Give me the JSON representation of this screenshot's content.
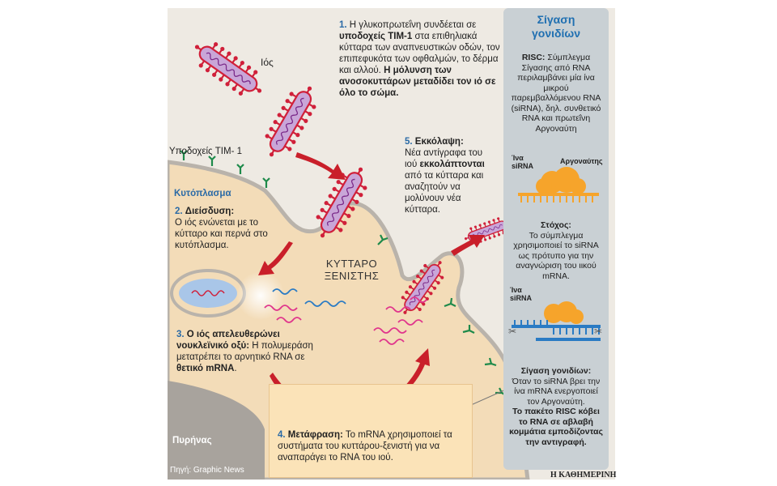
{
  "virus_label": "Ιός",
  "receptors_label": "Υποδοχείς TIM- 1",
  "cytoplasm_label": "Κυτόπλασμα",
  "host_cell_label_line1": "ΚΥΤΤΑΡΟ",
  "host_cell_label_line2": "ΞΕΝΙΣΤΗΣ",
  "nucleus_label": "Πυρήνας",
  "source_label": "Πηγή: Graphic News",
  "brand_label": "Η ΚΑΘΗΜΕΡΙΝΗ",
  "step1": {
    "num": "1.",
    "t1": "Η γλυκοπρωτεΐνη συνδέεται σε ",
    "b1": "υποδοχείς TIM-1",
    "t2": " στα επιθηλιακά κύτταρα των αναπνευστικών οδών, τον επιπεφυκότα των οφθαλμών, το δέρμα και αλλού. ",
    "b2": "Η μόλυνση των ανοσοκυττάρων μεταδίδει τον ιό σε όλο το σώμα."
  },
  "step2": {
    "num": "2.",
    "title": "Διείσδυση:",
    "text": "Ο ιός ενώνεται με το κύτταρο και περνά στο κυτόπλασμα."
  },
  "step3": {
    "num": "3.",
    "title": "Ο ιός απελευθερώνει νουκλεϊνικό οξύ:",
    "text": " Η πολυμεράση μετατρέπει το αρνητικό RNA σε ",
    "b": "θετικό mRNA",
    "end": "."
  },
  "step4": {
    "num": "4.",
    "title": "Μετάφραση:",
    "text": " Το mRNA χρησιμοποιεί τα συστήματα του κυττάρου-ξενιστή για να αναπαράγει το RNA του ιού."
  },
  "step5": {
    "num": "5.",
    "title": "Εκκόλαψη:",
    "t1": "Νέα αντίγραφα του ιού ",
    "b": "εκκολάπτονται",
    "t2": " από τα κύτταρα και αναζητούν να μολύνουν νέα κύτταρα."
  },
  "panel": {
    "title_line1": "Σίγαση",
    "title_line2": "γονιδίων",
    "risc_b": "RISC:",
    "risc_text": " Σύμπλεγμα Σίγασης από RNA περιλαμβάνει μία ίνα μικρού παρεμβαλλόμενου RNA (siRNA), δηλ. συνθετικό RNA και πρωτεΐνη Αργοναύτη",
    "fiber_label_1": "Ίνα",
    "sirna_label_1": "siRNA",
    "argonaute_label": "Αργοναύτης",
    "goal_b": "Στόχος:",
    "goal_text": "Το σύμπλεγμα χρησιμοποιεί το siRNA ως πρότυπο για την αναγνώριση του ιικού mRNA.",
    "fiber_label_2": "Ίνα",
    "sirna_label_2": "siRNA",
    "silencing_b": "Σίγαση γονιδίων:",
    "silencing_text": "Όταν το siRNA βρει την ίνα mRNA ενεργοποιεί τον Αργοναύτη.",
    "silencing_b2": "Το πακέτο RISC κόβει το RNA σε αβλαβή κομμάτια εμποδίζοντας την αντιγραφή."
  },
  "colors": {
    "background": "#eeeae3",
    "cell": "#f3dcb8",
    "membrane": "#b9b3ab",
    "virus_body": "#c9a6d8",
    "virus_outline": "#d0203a",
    "arrow": "#c91f2a",
    "rna_blue": "#2a7bc4",
    "rna_pink": "#e0358c",
    "panel": "#c9d0d4",
    "title_blue": "#1f6fb1",
    "step4_box": "#fbe3b8"
  }
}
